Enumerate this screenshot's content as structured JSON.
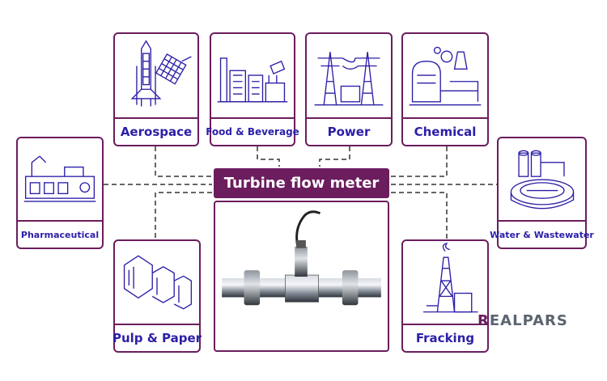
{
  "center": {
    "title": "Turbine flow meter"
  },
  "applications": {
    "aerospace": "Aerospace",
    "food_beverage": "Food & Beverage",
    "power": "Power",
    "chemical": "Chemical",
    "pharmaceutical": "Pharmaceutical",
    "water": "Water & Wastewater",
    "pulp_paper": "Pulp & Paper",
    "fracking": "Fracking"
  },
  "brand": {
    "first": "R",
    "rest": "EALPARS"
  },
  "colors": {
    "accent": "#6b1d5e",
    "label_text": "#2b1fa8",
    "icon_stroke": "#2b1fa8"
  }
}
